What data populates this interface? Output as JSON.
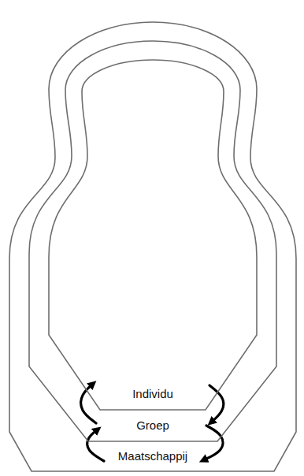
{
  "diagram": {
    "nodes": [
      {
        "text": [
          "Maatschappij"
        ]
      },
      {
        "text": [
          "Groep"
        ],
        "in": 0
      },
      {
        "text": [
          "Individu"
        ],
        "in": 1
      }
    ],
    "edges": [
      {
        "from": 1,
        "to": 2,
        "arrow": "to"
      },
      {
        "from": 2,
        "to": 1,
        "arrow": "to"
      },
      {
        "from": 0,
        "to": 1,
        "arrow": "to"
      },
      {
        "from": 1,
        "to": 0,
        "arrow": "to"
      }
    ]
  }
}
